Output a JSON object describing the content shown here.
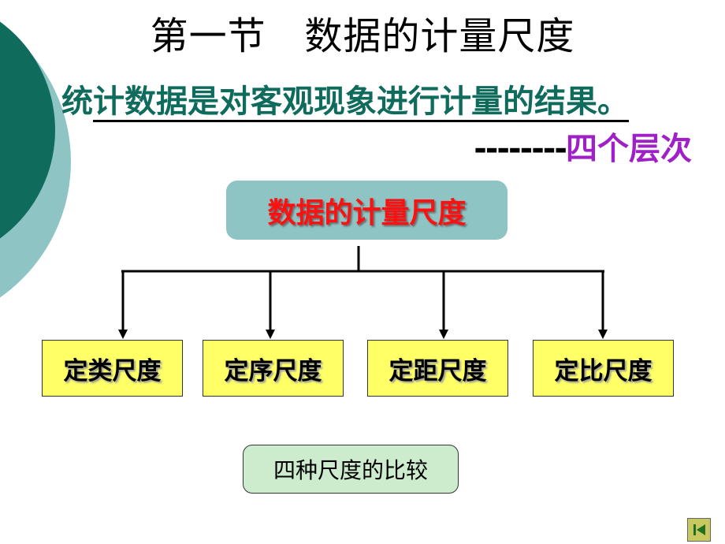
{
  "slide": {
    "title": "第一节   数据的计量尺度",
    "subtitle_first": "统",
    "subtitle_rest": "计数据是对客观现象进行计量的结果。",
    "subline_dashes": "--------",
    "subline_text": "四个层次"
  },
  "diagram": {
    "root_label": "数据的计量尺度",
    "children": [
      {
        "label": "定类尺度"
      },
      {
        "label": "定序尺度"
      },
      {
        "label": "定距尺度"
      },
      {
        "label": "定比尺度"
      }
    ]
  },
  "compare_button": {
    "label": "四种尺度的比较"
  },
  "nav": {
    "icon": "return-start-icon"
  },
  "colors": {
    "teal": "#0f6b5c",
    "purple": "#a020c8",
    "root_fill": "#8fc4c4",
    "root_text": "#ff1010",
    "leaf_fill": "#ffff66",
    "compare_fill": "#cdeccd"
  }
}
